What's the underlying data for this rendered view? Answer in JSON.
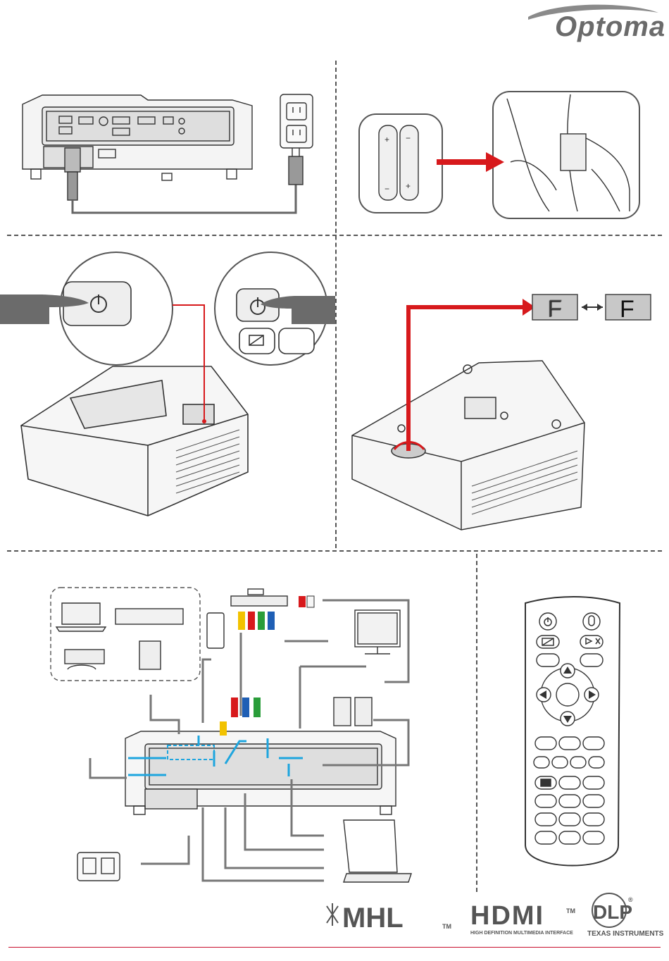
{
  "brand": {
    "name": "Optoma"
  },
  "focus": {
    "left_label": "F",
    "right_label": "F"
  },
  "logos": {
    "mhl": {
      "text": "MHL",
      "tm": "TM"
    },
    "hdmi": {
      "text": "HDMI",
      "tm": "TM",
      "subtitle": "HIGH DEFINITION MULTIMEDIA INTERFACE"
    },
    "dlp": {
      "text": "DLP",
      "reg": "®",
      "subtitle": "TEXAS INSTRUMENTS"
    }
  },
  "colors": {
    "arrow_red": "#d7191c",
    "cable_blue": "#1ea5de",
    "line_gray": "#777777",
    "footer_red": "#c8102e",
    "rca_yellow": "#f2c200",
    "rca_red": "#d7191c",
    "rca_green": "#2a9d3a",
    "rca_blue": "#1f5fb5"
  },
  "icons": [
    "power-icon",
    "mouse-icon",
    "mute-icon",
    "up-arrow-icon",
    "down-arrow-icon",
    "left-arrow-icon",
    "right-arrow-icon",
    "blank-screen-icon"
  ]
}
